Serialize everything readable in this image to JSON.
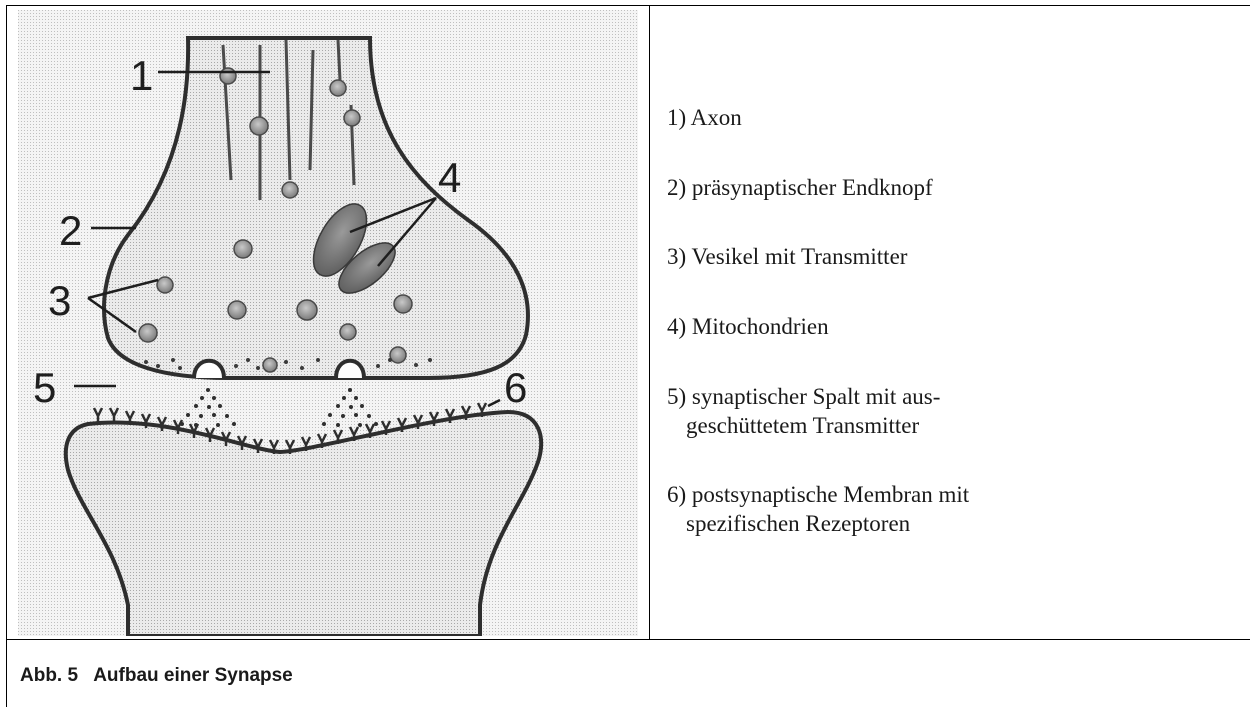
{
  "diagram": {
    "number_labels": [
      "1",
      "2",
      "3",
      "4",
      "5",
      "6"
    ]
  },
  "legend": {
    "items": [
      {
        "lines": [
          "1) Axon"
        ]
      },
      {
        "lines": [
          "2) präsynaptischer Endknopf"
        ]
      },
      {
        "lines": [
          "3) Vesikel mit Transmitter"
        ]
      },
      {
        "lines": [
          "4) Mitochondrien"
        ]
      },
      {
        "lines": [
          "5) synaptischer Spalt mit aus-",
          "geschüttetem Transmitter"
        ]
      },
      {
        "lines": [
          "6) postsynaptische Membran mit",
          "spezifischen Rezeptoren"
        ]
      }
    ]
  },
  "caption": "Abb. 5   Aufbau einer Synapse"
}
